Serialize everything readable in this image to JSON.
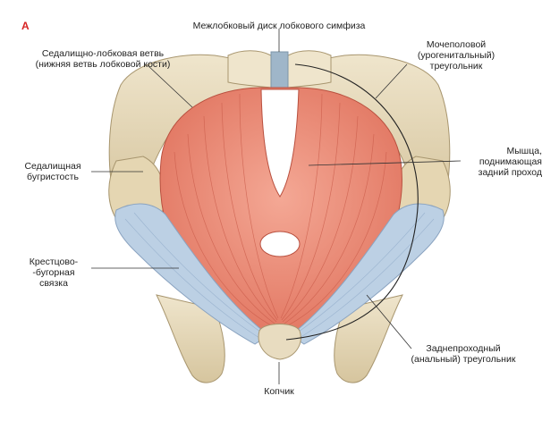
{
  "panel": "A",
  "colors": {
    "bone": "#e8dcc0",
    "bone_shade": "#c9b891",
    "muscle": "#e8806c",
    "muscle_light": "#f2a592",
    "muscle_stripe": "#c95a48",
    "ligament": "#bcd0e4",
    "ligament_line": "#9ab3cf",
    "disc": "#9fb6c9",
    "panel_letter": "#d62222"
  },
  "labels": {
    "symphysis_disc": "Межлобковый диск лобкового симфиза",
    "ischiopubic_ramus_1": "Седалищно-лобковая ветвь",
    "ischiopubic_ramus_2": "(нижняя ветвь лобковой кости)",
    "urogenital_1": "Мочеполовой",
    "urogenital_2": "(урогенитальный)",
    "urogenital_3": "треугольник",
    "levator_1": "Мышца,",
    "levator_2": "поднимающая",
    "levator_3": "задний проход",
    "ischial_tuberosity_1": "Седалищная",
    "ischial_tuberosity_2": "бугристость",
    "sacrotuberous_1": "Крестцово-",
    "sacrotuberous_2": "-бугорная",
    "sacrotuberous_3": "связка",
    "anal_triangle_1": "Заднепроходный",
    "anal_triangle_2": "(анальный) треугольник",
    "coccyx": "Копчик"
  }
}
